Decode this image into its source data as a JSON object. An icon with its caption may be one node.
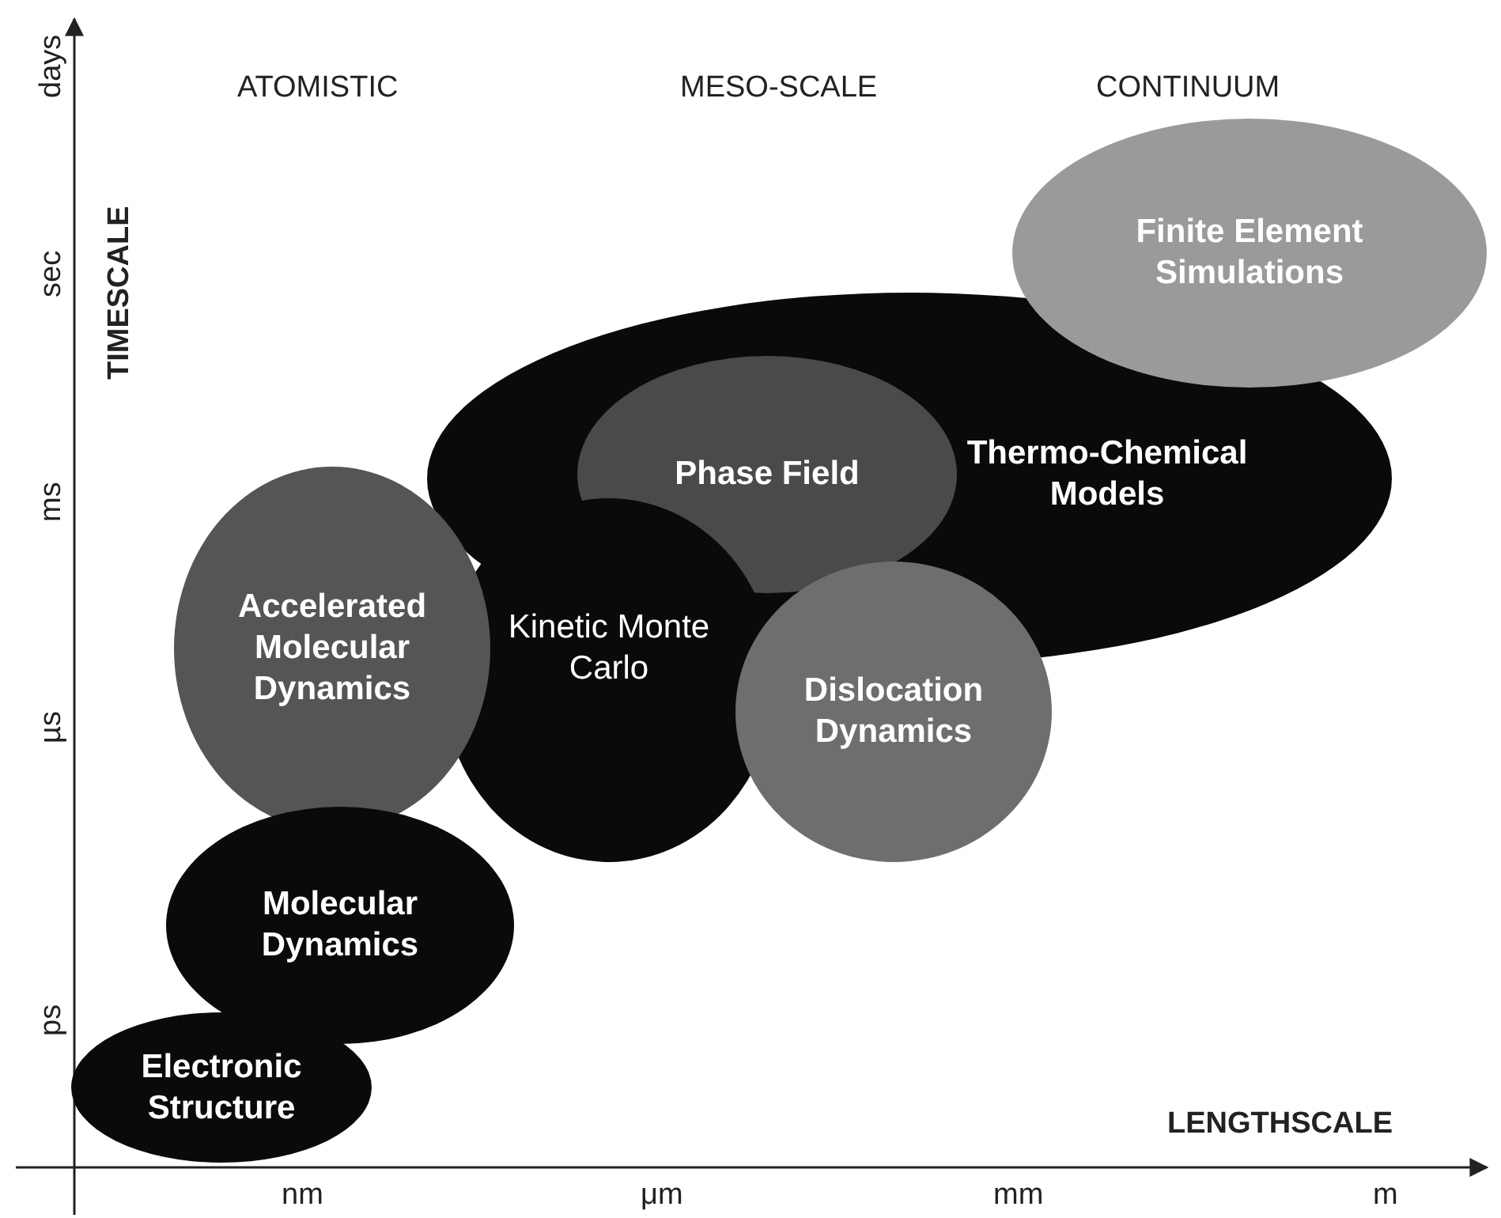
{
  "diagram": {
    "nodes": [
      {
        "text": [
          "Finite Element Simulations"
        ]
      },
      {
        "text": [
          "Thermo-Chemical Models"
        ]
      },
      {
        "text": [
          "Phase Field"
        ],
        "in": 1
      },
      {
        "text": [
          "Accelerated Molecular Dynamics"
        ]
      },
      {
        "text": [
          "Kinetic Monte Carlo"
        ]
      },
      {
        "text": [
          "Dislocation Dynamics"
        ]
      },
      {
        "text": [
          "Molecular Dynamics"
        ]
      },
      {
        "text": [
          "Electronic Structure"
        ]
      }
    ],
    "labels": [
      "days",
      "ATOMISTIC",
      "MESO-SCALE",
      "CONTINUUM",
      "sec",
      "TIMESCALE",
      "ms",
      "µs",
      "ps",
      "LENGTHSCALE",
      "nm",
      "μm",
      "mm",
      "m"
    ]
  }
}
